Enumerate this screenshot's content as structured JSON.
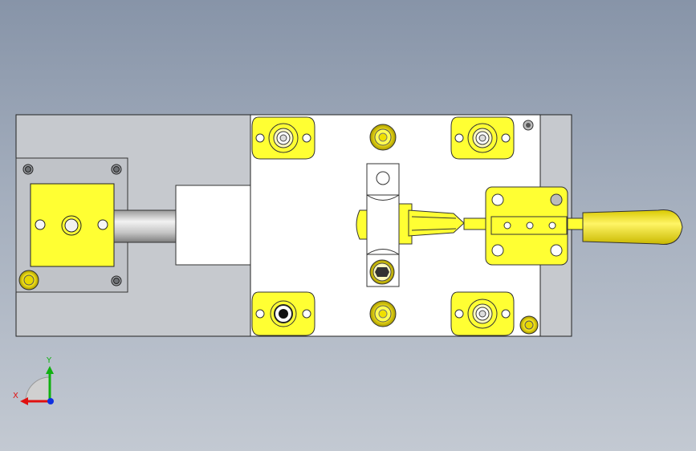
{
  "viewport": {
    "name": "cad-graphics-viewport",
    "background_top": "#8794a8",
    "background_bottom": "#c3c9d2"
  },
  "model": {
    "base_plate_color": "#c6c9ce",
    "fixture_plate_color": "#ffffff",
    "part_color": "#ffff33",
    "outline_color": "#222222",
    "rod_color": "#c8c8c8",
    "clamp_handle_color": "#ffee33"
  },
  "triad": {
    "x_label": "X",
    "y_label": "Y",
    "x_color": "#e01010",
    "y_color": "#10b010",
    "z_color": "#1030e0"
  }
}
